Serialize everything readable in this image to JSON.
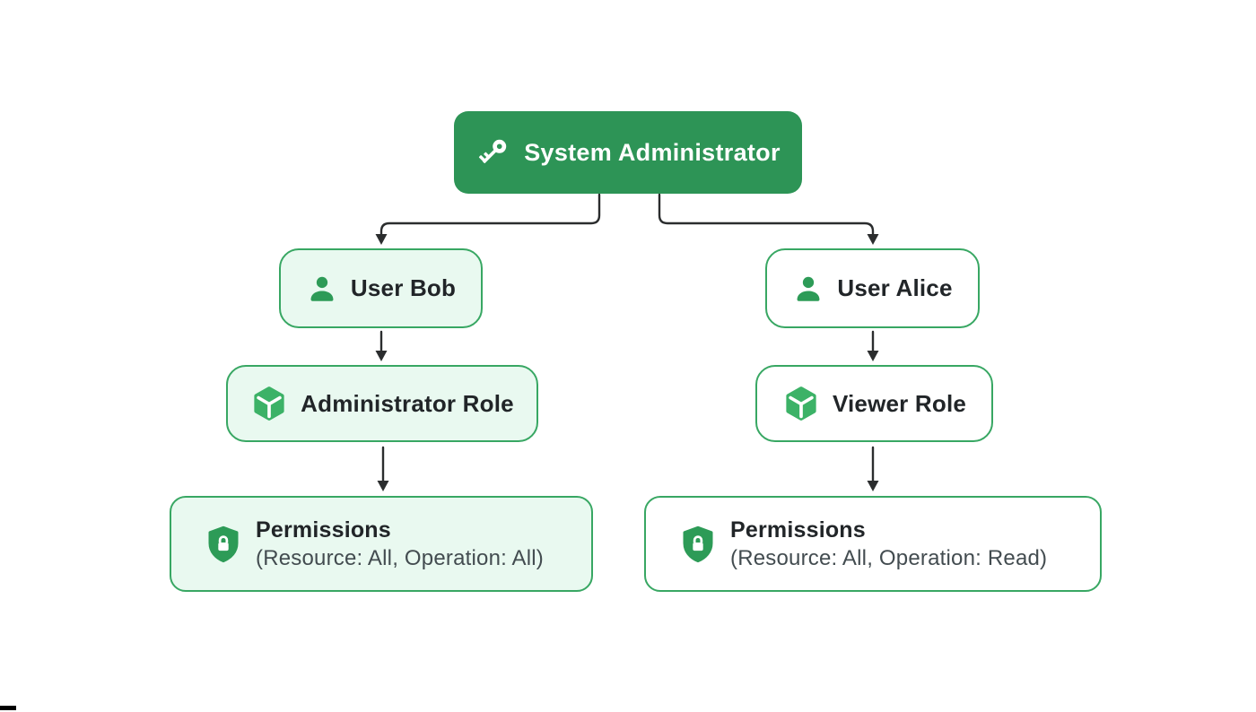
{
  "nodes": {
    "root": {
      "label": "System Administrator",
      "icon": "key"
    },
    "bob": {
      "label": "User Bob",
      "icon": "person"
    },
    "alice": {
      "label": "User Alice",
      "icon": "person"
    },
    "admin_role": {
      "label": "Administrator Role",
      "icon": "cube"
    },
    "viewer_role": {
      "label": "Viewer Role",
      "icon": "cube"
    },
    "perm_admin": {
      "title": "Permissions",
      "subtitle": "(Resource: All, Operation: All)",
      "icon": "shield-lock"
    },
    "perm_viewer": {
      "title": "Permissions",
      "subtitle": "(Resource: All, Operation: Read)",
      "icon": "shield-lock"
    }
  },
  "edges": [
    {
      "from": "root",
      "to": "bob"
    },
    {
      "from": "root",
      "to": "alice"
    },
    {
      "from": "bob",
      "to": "admin_role"
    },
    {
      "from": "admin_role",
      "to": "perm_admin"
    },
    {
      "from": "alice",
      "to": "viewer_role"
    },
    {
      "from": "viewer_role",
      "to": "perm_viewer"
    }
  ],
  "colors": {
    "background": "#ffffff",
    "root_fill": "#2d9456",
    "root_text": "#ffffff",
    "node_border": "#38a763",
    "node_tint_fill": "#e9f9f0",
    "node_plain_fill": "#ffffff",
    "icon_green": "#2d9b57",
    "cube_green": "#3cb267",
    "connector": "#2b2d2e",
    "label_text": "#212528",
    "subtitle_text": "#434c50"
  }
}
